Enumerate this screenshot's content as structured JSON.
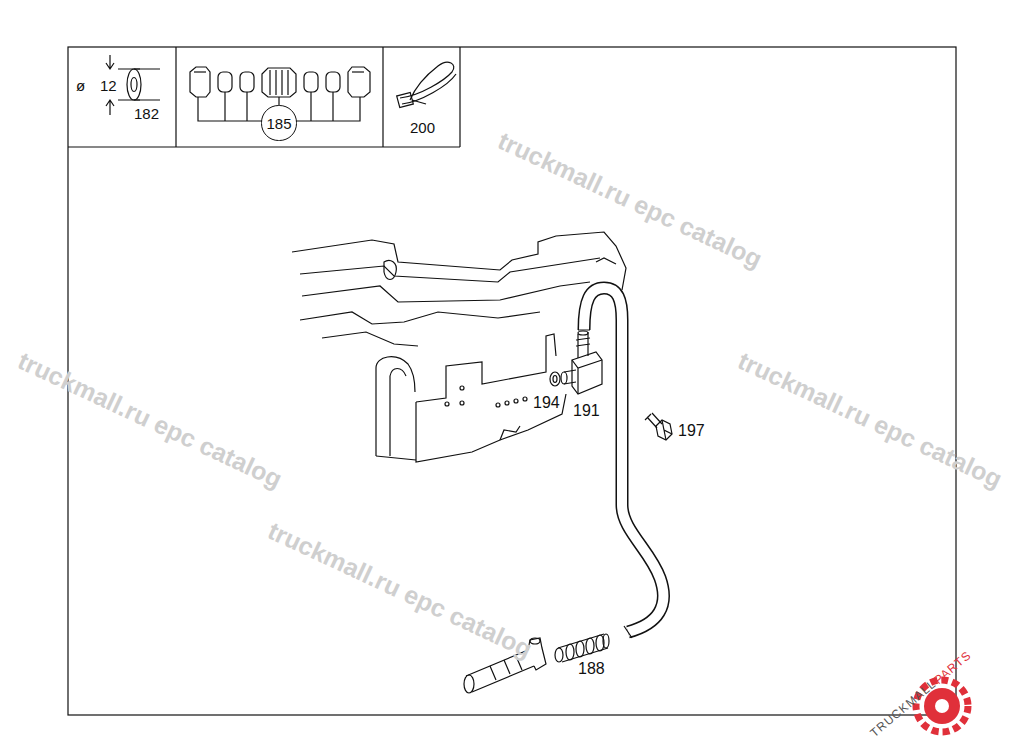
{
  "diagram": {
    "nodes": [
      {
        "text": [
          "ø",
          "12",
          "182"
        ]
      },
      {
        "text": [
          "185"
        ]
      },
      {
        "text": [
          "200"
        ]
      }
    ],
    "edges": [],
    "labels": [
      "194",
      "191",
      "197",
      "188",
      "truckmall.ru epc catalog",
      "truckmall.ru epc catalog",
      "truckmall.ru epc catalog",
      "truckmall.ru epc catalog",
      "TRUCKMALL",
      "PARTS"
    ]
  }
}
